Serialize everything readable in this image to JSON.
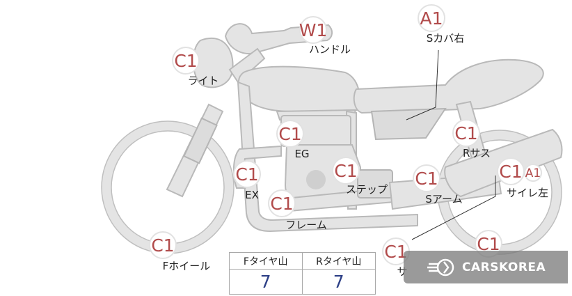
{
  "markers": {
    "light": {
      "code": "C1",
      "label": "ライト"
    },
    "handle": {
      "code": "W1",
      "label": "ハンドル"
    },
    "side_cover_r": {
      "code": "A1",
      "label": "Sカバ右"
    },
    "engine": {
      "code": "C1",
      "label": "EG"
    },
    "rear_susp": {
      "code": "C1",
      "label": "Rサス"
    },
    "exhaust": {
      "code": "C1",
      "label": "EX"
    },
    "step": {
      "code": "C1",
      "label": "ステップ"
    },
    "swingarm": {
      "code": "C1",
      "label": "Sアーム"
    },
    "muffler_l": {
      "code": "C1",
      "code2": "A1",
      "label": "サイレ左"
    },
    "frame": {
      "code": "C1",
      "label": "フレーム"
    },
    "front_wheel": {
      "code": "C1",
      "label": "Fホイール"
    },
    "bottom_a": {
      "code": "C1",
      "label": "サ"
    },
    "bottom_b": {
      "code": "C1"
    }
  },
  "tire_table": {
    "front_header": "Fタイヤ山",
    "rear_header": "Rタイヤ山",
    "front_value": "7",
    "rear_value": "7"
  },
  "watermark": {
    "brand": "CARSKOREA"
  },
  "colors": {
    "marker_text": "#b14b4b",
    "tire_value": "#2c3f86",
    "bike_fill": "#e4e4e4"
  }
}
